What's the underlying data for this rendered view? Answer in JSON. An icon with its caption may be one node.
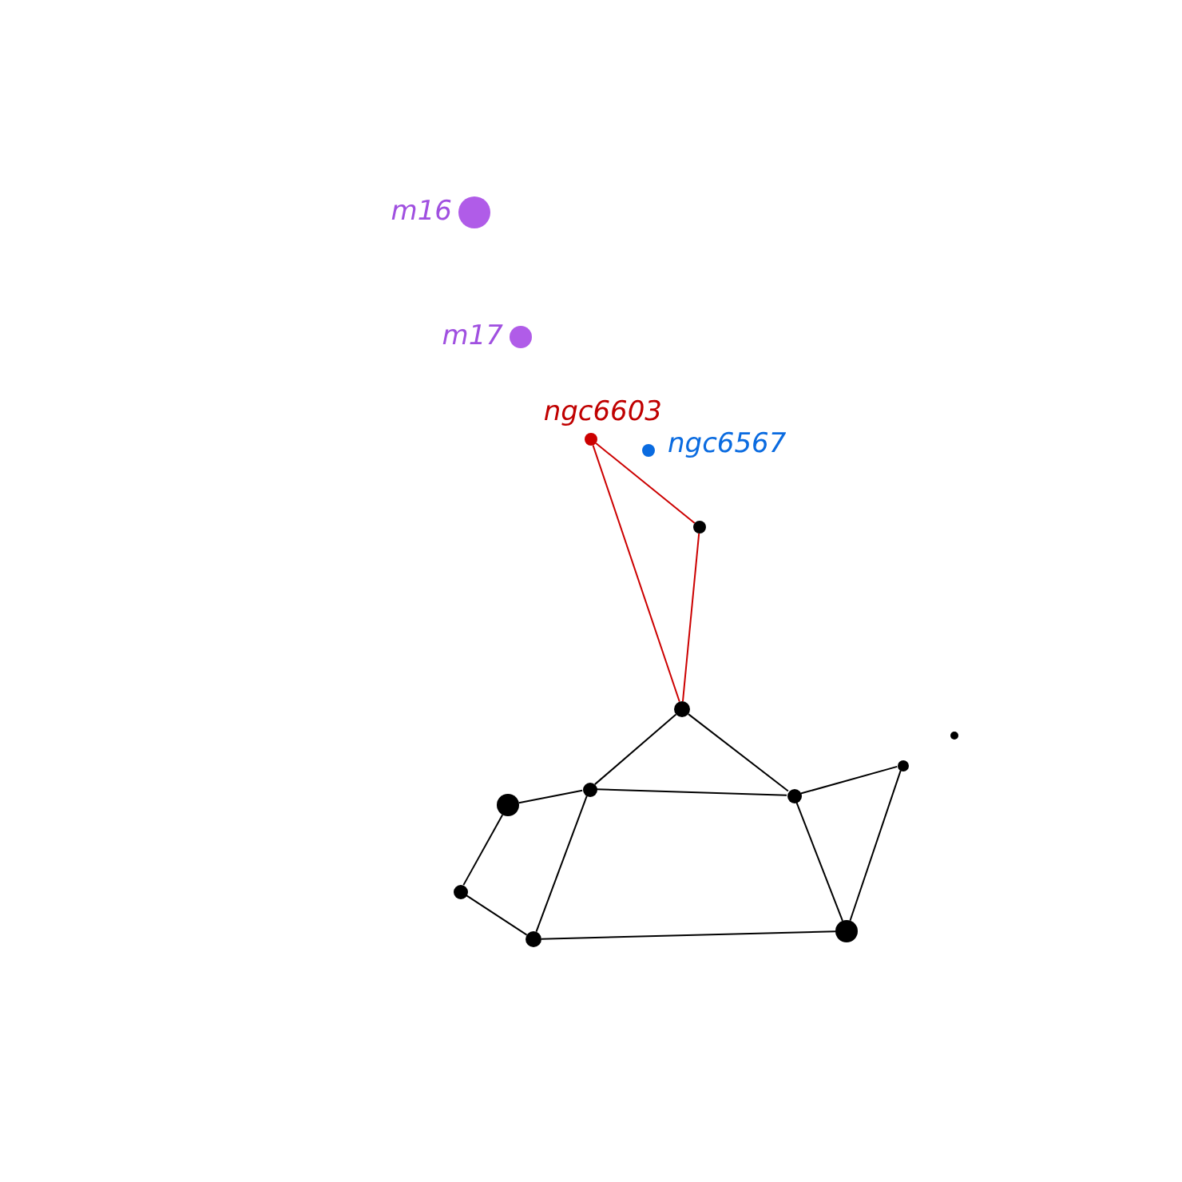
{
  "diagram": {
    "nodes": [
      {
        "text": [],
        "shape": "circle",
        "beside": [
          "m16"
        ]
      },
      {
        "text": [],
        "shape": "circle",
        "beside": [
          "m17"
        ]
      },
      {
        "text": [],
        "shape": "circle",
        "beside": [
          "ngc6603"
        ]
      },
      {
        "text": [],
        "shape": "circle",
        "beside": [
          "ngc6567"
        ]
      },
      {
        "text": [],
        "shape": "circle"
      },
      {
        "text": [],
        "shape": "circle"
      },
      {
        "text": [],
        "shape": "circle"
      },
      {
        "text": [],
        "shape": "circle"
      },
      {
        "text": [],
        "shape": "circle"
      },
      {
        "text": [],
        "shape": "circle"
      },
      {
        "text": [],
        "shape": "circle"
      },
      {
        "text": [],
        "shape": "circle"
      },
      {
        "text": [],
        "shape": "circle"
      },
      {
        "text": [],
        "shape": "circle"
      }
    ],
    "edges": [
      {
        "from": 2,
        "to": 4,
        "arrow": "none",
        "color": "#cc0000"
      },
      {
        "from": 2,
        "to": 5,
        "arrow": "none",
        "color": "#cc0000"
      },
      {
        "from": 4,
        "to": 5,
        "arrow": "none",
        "color": "#cc0000"
      },
      {
        "from": 5,
        "to": 8,
        "arrow": "none"
      },
      {
        "from": 5,
        "to": 9,
        "arrow": "none"
      },
      {
        "from": 8,
        "to": 9,
        "arrow": "none"
      },
      {
        "from": 8,
        "to": 10,
        "arrow": "none"
      },
      {
        "from": 10,
        "to": 11,
        "arrow": "none"
      },
      {
        "from": 11,
        "to": 13,
        "arrow": "none"
      },
      {
        "from": 8,
        "to": 13,
        "arrow": "none"
      },
      {
        "from": 13,
        "to": 12,
        "arrow": "none"
      },
      {
        "from": 9,
        "to": 12,
        "arrow": "none"
      },
      {
        "from": 9,
        "to": 7,
        "arrow": "none"
      },
      {
        "from": 7,
        "to": 12,
        "arrow": "none"
      }
    ]
  }
}
